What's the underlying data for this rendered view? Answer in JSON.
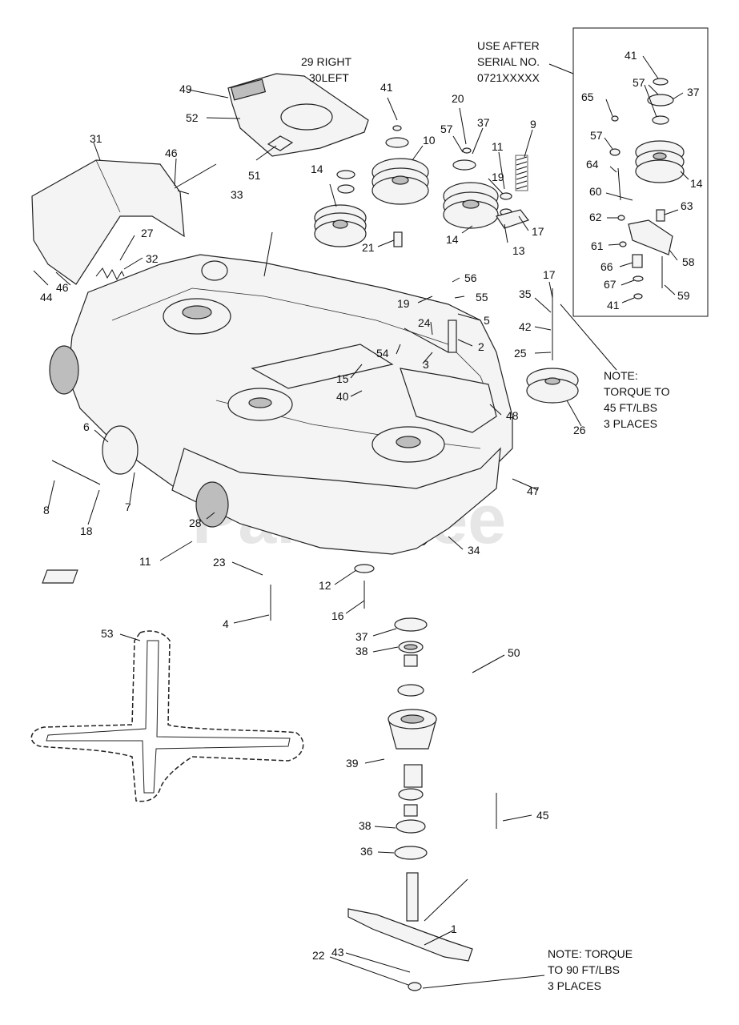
{
  "watermark": "PartsTree",
  "notes": {
    "serial_line1": "USE AFTER",
    "serial_line2": "SERIAL NO.",
    "serial_line3": "0721XXXXX",
    "side_right": "29 RIGHT",
    "side_left": "30LEFT",
    "torque45_line1": "NOTE:",
    "torque45_line2": "TORQUE TO",
    "torque45_line3": "45 FT/LBS",
    "torque45_line4": "3 PLACES",
    "torque90_line1": "NOTE: TORQUE",
    "torque90_line2": "TO 90 FT/LBS",
    "torque90_line3": "3 PLACES"
  },
  "callouts": {
    "c1": "1",
    "c2": "2",
    "c3": "3",
    "c4": "4",
    "c5": "5",
    "c6": "6",
    "c7": "7",
    "c8": "8",
    "c9": "9",
    "c10": "10",
    "c11a": "11",
    "c11b": "11",
    "c12": "12",
    "c13": "13",
    "c14a": "14",
    "c14b": "14",
    "c14c": "14",
    "c15": "15",
    "c16": "16",
    "c17a": "17",
    "c17b": "17",
    "c18": "18",
    "c19a": "19",
    "c19b": "19",
    "c20": "20",
    "c21": "21",
    "c22": "22",
    "c23": "23",
    "c24": "24",
    "c25": "25",
    "c26": "26",
    "c27": "27",
    "c28": "28",
    "c31": "31",
    "c32": "32",
    "c33": "33",
    "c34": "34",
    "c35": "35",
    "c36": "36",
    "c37a": "37",
    "c37b": "37",
    "c37c": "37",
    "c38a": "38",
    "c38b": "38",
    "c39": "39",
    "c40": "40",
    "c41a": "41",
    "c41b": "41",
    "c41c": "41",
    "c42": "42",
    "c43": "43",
    "c44": "44",
    "c45": "45",
    "c46a": "46",
    "c46b": "46",
    "c47": "47",
    "c48": "48",
    "c49": "49",
    "c50": "50",
    "c51": "51",
    "c52": "52",
    "c53": "53",
    "c54": "54",
    "c55": "55",
    "c56": "56",
    "c57a": "57",
    "c57b": "57",
    "c57c": "57",
    "c58": "58",
    "c59": "59",
    "c60": "60",
    "c61": "61",
    "c62": "62",
    "c63": "63",
    "c64": "64",
    "c65": "65",
    "c66": "66",
    "c67": "67"
  }
}
